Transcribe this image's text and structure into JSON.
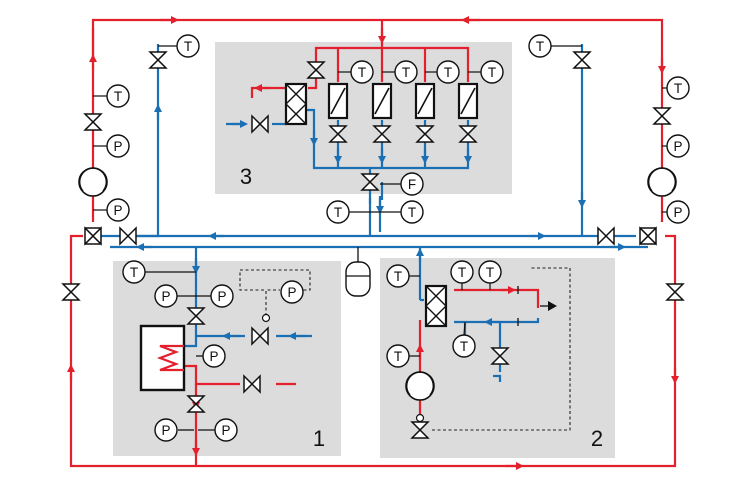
{
  "zones": [
    {
      "label": "1"
    },
    {
      "label": "2"
    },
    {
      "label": "3"
    }
  ],
  "gauges": {
    "temperature": "T",
    "pressure": "P",
    "flow": "F"
  },
  "colors": {
    "supply_hot": "#e3202c",
    "return_cold": "#1b6fb4",
    "zone_fill": "#dcdcdc",
    "line": "#111111"
  }
}
